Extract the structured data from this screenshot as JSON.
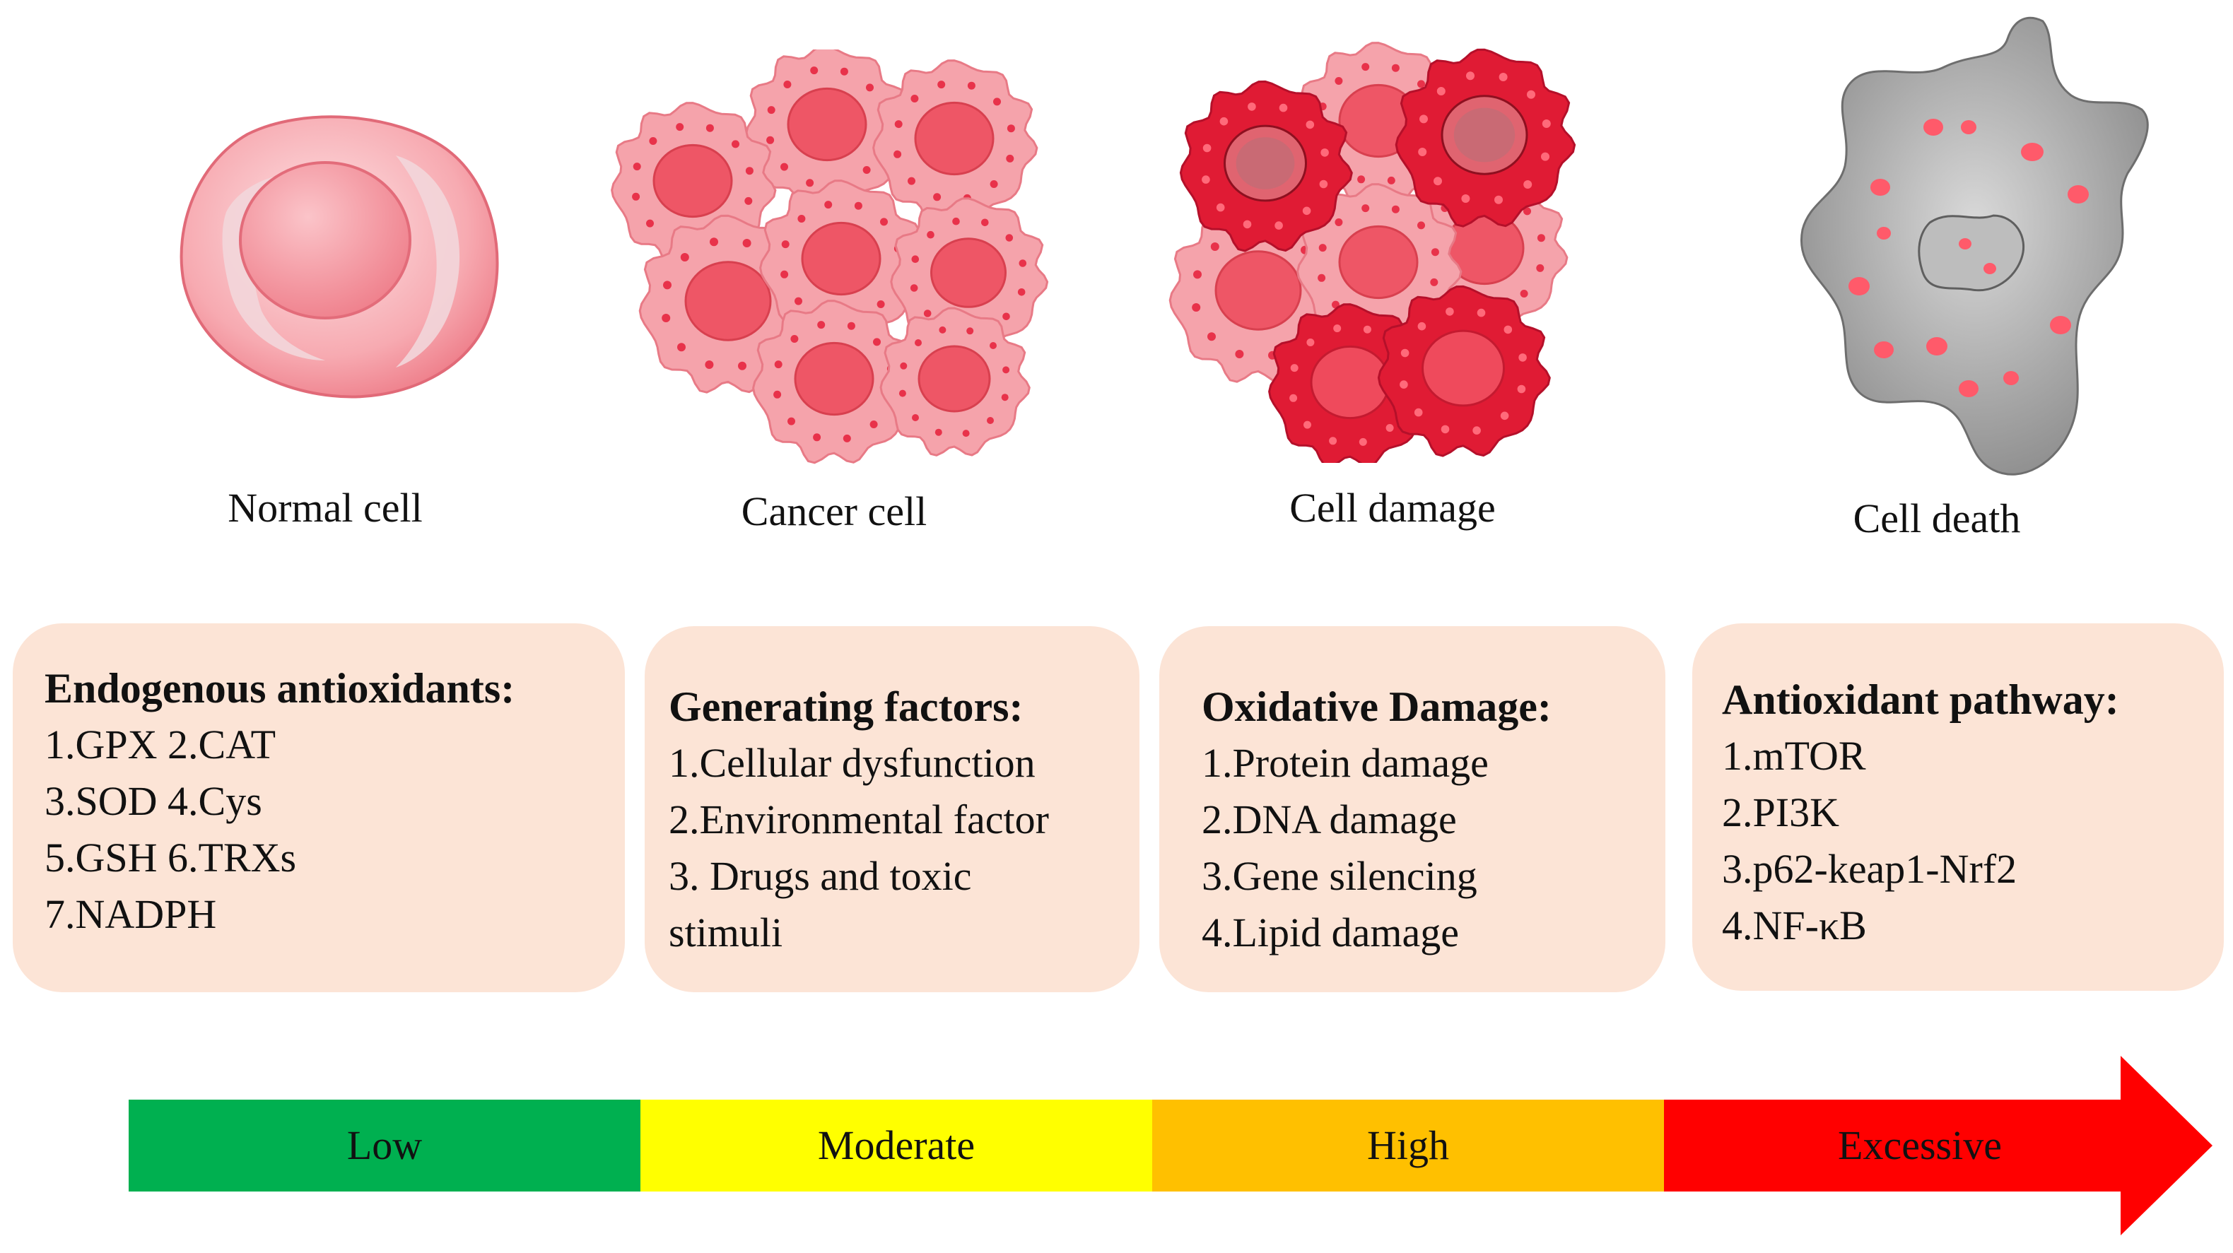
{
  "cells": [
    {
      "label": "Normal cell"
    },
    {
      "label": "Cancer cell"
    },
    {
      "label": "Cell damage"
    },
    {
      "label": "Cell death"
    }
  ],
  "boxes": [
    {
      "title": "Endogenous antioxidants:",
      "lines": [
        "1.GPX 2.CAT",
        "3.SOD 4.Cys",
        "5.GSH 6.TRXs",
        "7.NADPH"
      ]
    },
    {
      "title": "Generating factors:",
      "lines": [
        "1.Cellular dysfunction",
        "2.Environmental factor",
        "3. Drugs and toxic",
        "stimuli"
      ]
    },
    {
      "title": "Oxidative Damage:",
      "lines": [
        "1.Protein damage",
        "2.DNA damage",
        "3.Gene silencing",
        "4.Lipid damage"
      ]
    },
    {
      "title": "Antioxidant pathway:",
      "lines": [
        "1.mTOR",
        "2.PI3K",
        "3.p62-keap1-Nrf2",
        "4.NF-κB"
      ]
    }
  ],
  "scale": {
    "segments": [
      {
        "label": "Low",
        "color": "#00b050"
      },
      {
        "label": "Moderate",
        "color": "#ffff00"
      },
      {
        "label": "High",
        "color": "#ffc000"
      },
      {
        "label": "Excessive",
        "color": "#ff0000"
      }
    ]
  },
  "colors": {
    "box_fill": "#fce4d6",
    "cell_pink": "#f4a0a8",
    "cell_red": "#e8324a",
    "dead_gray": "#a6a6a6"
  }
}
